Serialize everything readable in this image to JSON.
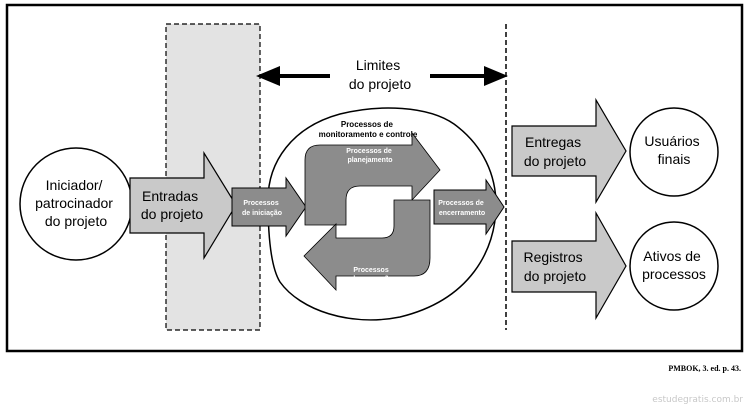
{
  "diagram": {
    "boundary_label": [
      "Limites",
      "do projeto"
    ],
    "sponsor": [
      "Iniciador/",
      "patrocinador",
      "do projeto"
    ],
    "inputs": [
      "Entradas",
      "do projeto"
    ],
    "initiating": [
      "Processos",
      "de iniciação"
    ],
    "monitoring": [
      "Processos de",
      "monitoramento e controle"
    ],
    "planning": [
      "Processos de",
      "planejamento"
    ],
    "executing": [
      "Processos",
      "de execução"
    ],
    "closing": [
      "Processos de",
      "encerramento"
    ],
    "deliverables": [
      "Entregas",
      "do projeto"
    ],
    "end_users": [
      "Usuários",
      "finais"
    ],
    "records": [
      "Registros",
      "do projeto"
    ],
    "assets": [
      "Ativos de",
      "processos"
    ]
  },
  "caption": "PMBOK, 3. ed. p. 43.",
  "watermark": "estudegratis.com.br",
  "colors": {
    "frame": "#000000",
    "arrow_fill": "#c9c9c9",
    "dark_arrow": "#8c8c8c",
    "boundary_band": "#e3e3e3"
  }
}
